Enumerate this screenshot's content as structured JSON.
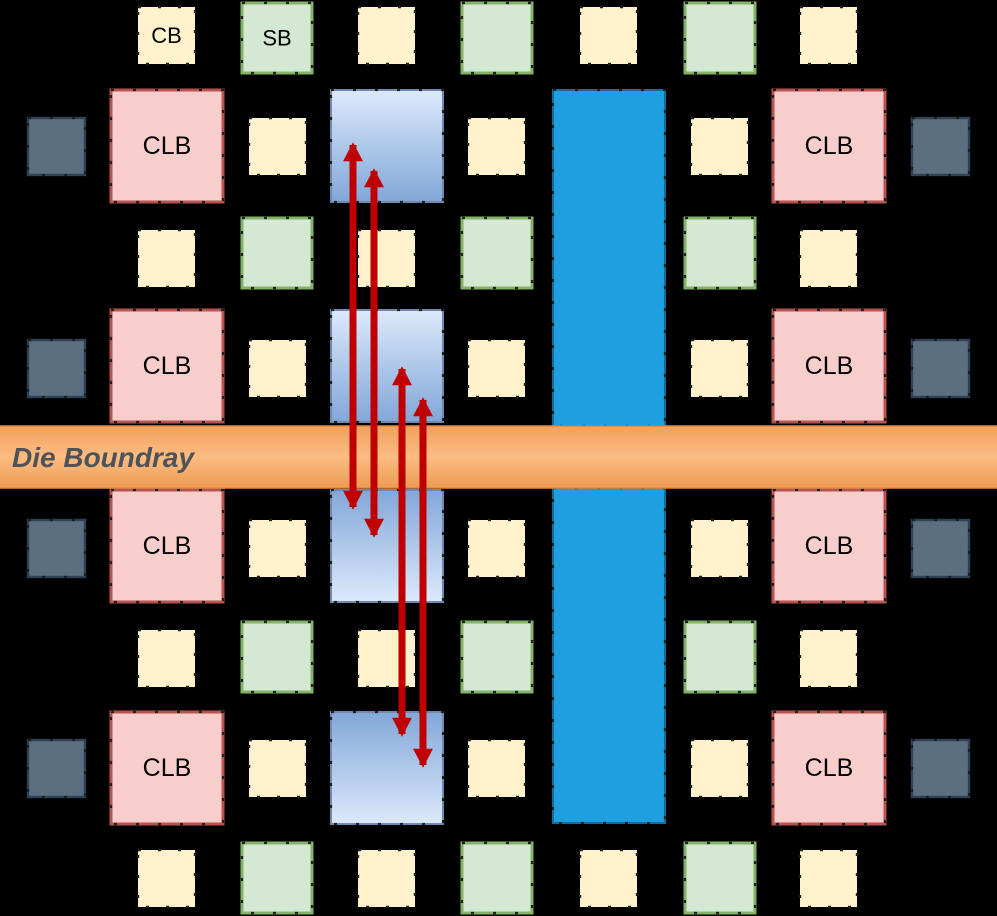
{
  "diagram": {
    "band": {
      "label": "Die Boundray"
    },
    "labels": {
      "cb": "CB",
      "sb": "SB",
      "clb": "CLB"
    }
  },
  "arrows": {
    "count": 4,
    "style": "double-headed vertical, crossing die boundary",
    "color": "#C00000"
  },
  "palette": {
    "bg": "#000000",
    "cb-fill": "#FFF2CC",
    "tick": "#1F1F1F",
    "sb-fill": "#D5E8D4",
    "sb-stroke": "#82B366",
    "clb-fill": "#F8CECC",
    "clb-stroke": "#B85450",
    "io-fill": "#5C6F80",
    "io-stroke": "#2E4155",
    "grad-light": "#DCE9FB",
    "grad-dark": "#82A7D8",
    "grad-stroke": "#7388AE",
    "channel-fill": "#1E9FE0",
    "channel-stroke": "#0F6E9E",
    "band-top": "#F0A05C",
    "band-mid": "#FCBC82",
    "band-bottom": "#EE9B53",
    "band-stroke": "#E08A42",
    "band-text": "#4D5359",
    "arrow": "#C00000",
    "label-text": "#000000"
  }
}
